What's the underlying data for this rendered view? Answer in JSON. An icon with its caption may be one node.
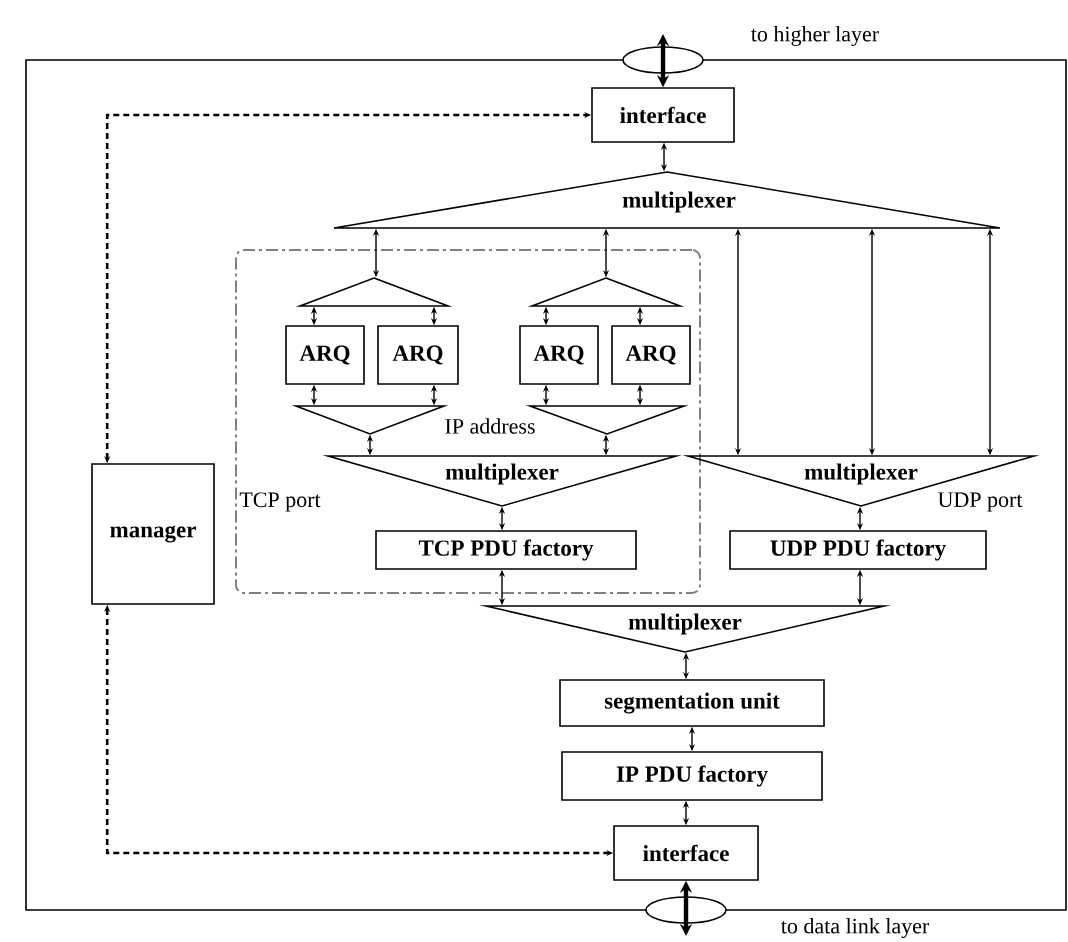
{
  "diagram": {
    "nodes": [
      {
        "text": [],
        "shape": "box"
      },
      {
        "text": [],
        "shape": "ellipse",
        "beside": [
          "to higher layer"
        ]
      },
      {
        "text": [
          "interface"
        ],
        "in": 0
      },
      {
        "text": [
          "multiplexer"
        ],
        "in": 0
      },
      {
        "text": [],
        "shape": "box",
        "in": 0
      },
      {
        "text": [],
        "shape": "triangle",
        "in": 4
      },
      {
        "text": [],
        "shape": "triangle",
        "in": 4
      },
      {
        "text": [
          "ARQ"
        ],
        "in": 4
      },
      {
        "text": [
          "ARQ"
        ],
        "in": 4
      },
      {
        "text": [
          "ARQ"
        ],
        "in": 4
      },
      {
        "text": [
          "ARQ"
        ],
        "in": 4
      },
      {
        "text": [],
        "shape": "triangle",
        "in": 4
      },
      {
        "text": [],
        "shape": "triangle",
        "in": 4
      },
      {
        "text": [
          "multiplexer"
        ],
        "in": 4
      },
      {
        "text": [
          "TCP PDU factory"
        ],
        "in": 4
      },
      {
        "text": [
          "manager"
        ],
        "in": 0
      },
      {
        "text": [
          "multiplexer"
        ],
        "in": 0
      },
      {
        "text": [
          "UDP PDU factory"
        ],
        "in": 0
      },
      {
        "text": [
          "multiplexer"
        ],
        "in": 0
      },
      {
        "text": [
          "segmentation unit"
        ],
        "in": 0
      },
      {
        "text": [
          "IP PDU factory"
        ],
        "in": 0
      },
      {
        "text": [
          "interface"
        ],
        "in": 0
      },
      {
        "text": [],
        "shape": "ellipse",
        "beside": [
          "to data link layer"
        ]
      }
    ],
    "edges": [
      {
        "from": 1,
        "to": 2,
        "arrow": "both",
        "style": "thick"
      },
      {
        "from": 2,
        "to": 3,
        "arrow": "both"
      },
      {
        "from": 3,
        "to": 5,
        "arrow": "both"
      },
      {
        "from": 3,
        "to": 6,
        "arrow": "both"
      },
      {
        "from": 3,
        "to": 16,
        "arrow": "both"
      },
      {
        "from": 3,
        "to": 16,
        "arrow": "both"
      },
      {
        "from": 3,
        "to": 16,
        "arrow": "both"
      },
      {
        "from": 5,
        "to": 7,
        "arrow": "both"
      },
      {
        "from": 5,
        "to": 8,
        "arrow": "both"
      },
      {
        "from": 6,
        "to": 9,
        "arrow": "both"
      },
      {
        "from": 6,
        "to": 10,
        "arrow": "both"
      },
      {
        "from": 7,
        "to": 11,
        "arrow": "both"
      },
      {
        "from": 8,
        "to": 11,
        "arrow": "both"
      },
      {
        "from": 9,
        "to": 12,
        "arrow": "both"
      },
      {
        "from": 10,
        "to": 12,
        "arrow": "both"
      },
      {
        "from": 11,
        "to": 13,
        "arrow": "both"
      },
      {
        "from": 12,
        "to": 13,
        "arrow": "both"
      },
      {
        "from": 13,
        "to": 14,
        "arrow": "both"
      },
      {
        "from": 14,
        "to": 18,
        "arrow": "both"
      },
      {
        "from": 16,
        "to": 17,
        "arrow": "both"
      },
      {
        "from": 17,
        "to": 18,
        "arrow": "both"
      },
      {
        "from": 18,
        "to": 19,
        "arrow": "both"
      },
      {
        "from": 19,
        "to": 20,
        "arrow": "both"
      },
      {
        "from": 20,
        "to": 21,
        "arrow": "both"
      },
      {
        "from": 21,
        "to": 22,
        "arrow": "both",
        "style": "thick"
      },
      {
        "from": 15,
        "to": 2,
        "arrow": "both",
        "style": "dashed"
      },
      {
        "from": 15,
        "to": 21,
        "arrow": "both",
        "style": "dashed"
      }
    ],
    "labels": [
      "IP address",
      "TCP port",
      "UDP port"
    ]
  }
}
